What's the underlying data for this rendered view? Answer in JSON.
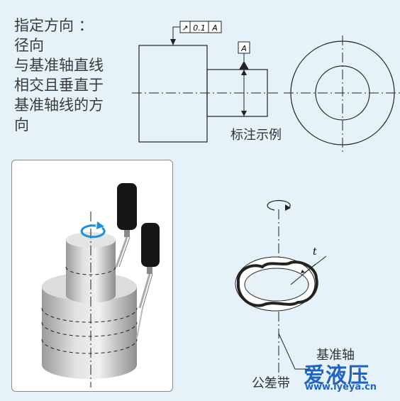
{
  "description": {
    "lines": [
      "指定方向 ：",
      "径向",
      "与基准轴直线",
      "相交且垂直于",
      "基准轴线的方",
      "向"
    ]
  },
  "fcf": {
    "symbol": "↗",
    "tolerance": "0.1",
    "datum": "A"
  },
  "datum_flag": "A",
  "caption": "标注示例",
  "labels": {
    "tolerance_width": "t",
    "datum_axis": "基准轴",
    "tolerance_zone": "公差带"
  },
  "watermark": {
    "text": "爱液压",
    "url": "www.iyeya.cn"
  },
  "colors": {
    "background": "#e6f2f9",
    "rotation_arrow": "#1e90d6",
    "watermark": "#1f63c4"
  }
}
